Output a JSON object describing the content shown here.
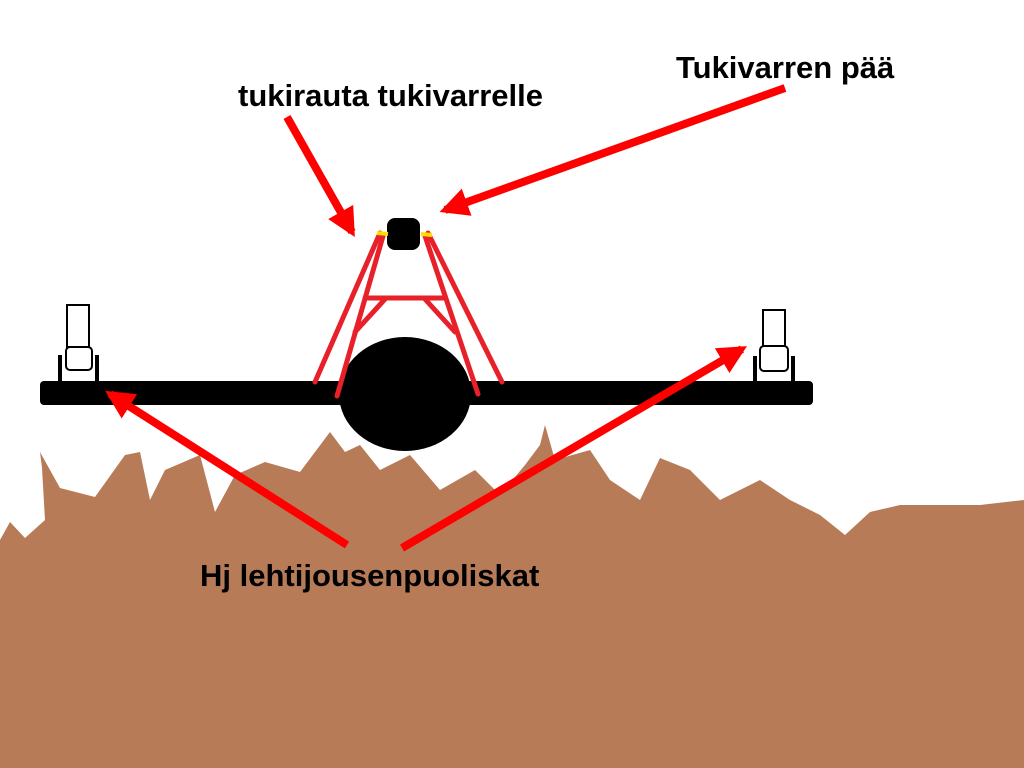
{
  "labels": {
    "support_iron": "tukirauta tukivarrelle",
    "arm_end": "Tukivarren pää",
    "leaf_springs": "Hj lehtijousenpuoliskat"
  },
  "colors": {
    "ground": "#b77b58",
    "arrow": "#ff0000",
    "frame": "#e8202a",
    "axle": "#000000",
    "marker": "#ffe000"
  }
}
